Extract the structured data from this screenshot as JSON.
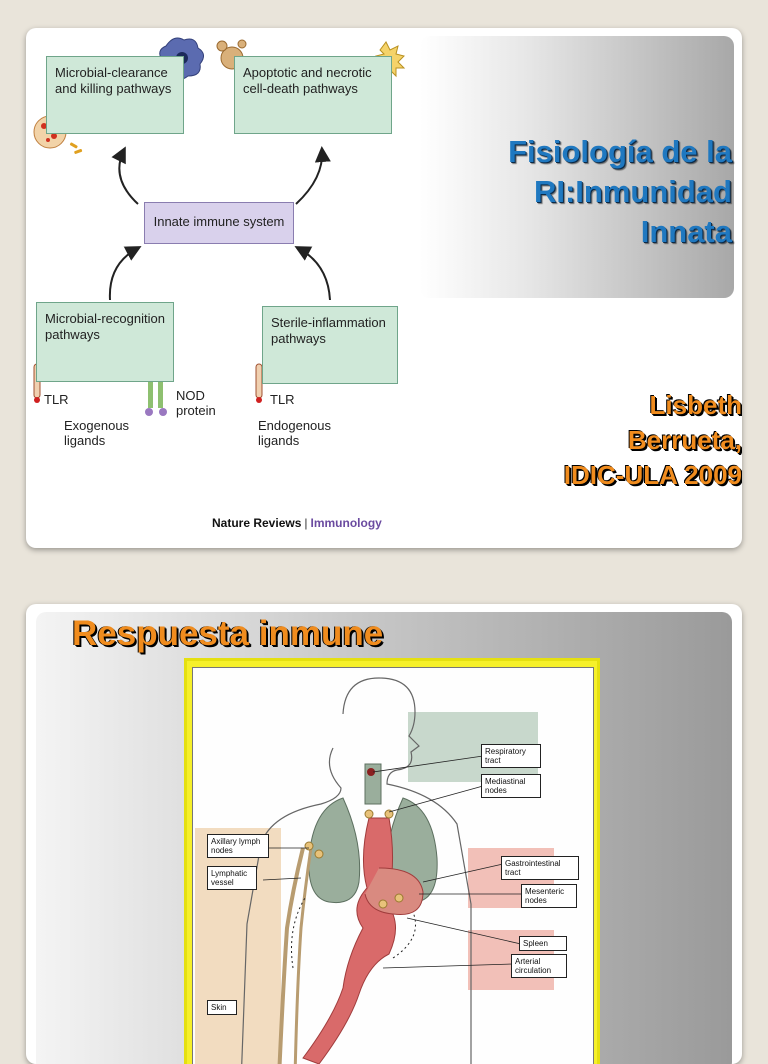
{
  "slide1": {
    "diagram": {
      "microbial_clearance": "Microbial-clearance and killing pathways",
      "apoptotic": "Apoptotic and necrotic cell-death pathways",
      "innate": "Innate immune system",
      "microbial_recognition": "Microbial-recognition pathways",
      "sterile": "Sterile-inflammation pathways",
      "tlr_left": "TLR",
      "nod": "NOD protein",
      "exogenous": "Exogenous ligands",
      "tlr_right": "TLR",
      "endogenous": "Endogenous ligands",
      "source_journal": "Nature Reviews",
      "source_separator": "|",
      "source_topic": "Immunology"
    },
    "title_lines": [
      "Fisiología de la",
      "RI:Inmunidad",
      "Innata"
    ],
    "author_lines": [
      "Lisbeth",
      "Berrueta,",
      "IDIC-ULA 2009"
    ]
  },
  "slide2": {
    "title": "Respuesta inmune",
    "figure_labels": {
      "respiratory": "Respiratory tract",
      "mediastinal": "Mediastinal nodes",
      "axillary": "Axillary lymph nodes",
      "lymphatic": "Lymphatic vessel",
      "gastro": "Gastrointestinal tract",
      "mesenteric": "Mesenteric nodes",
      "spleen": "Spleen",
      "arterial": "Arterial circulation",
      "skin": "Skin"
    }
  },
  "colors": {
    "title_blue": "#1f78c0",
    "accent_orange": "#f08c1e",
    "box_green": "#cfe8d8",
    "box_purple": "#d9d1ec",
    "frame_yellow": "#f6f02a"
  }
}
